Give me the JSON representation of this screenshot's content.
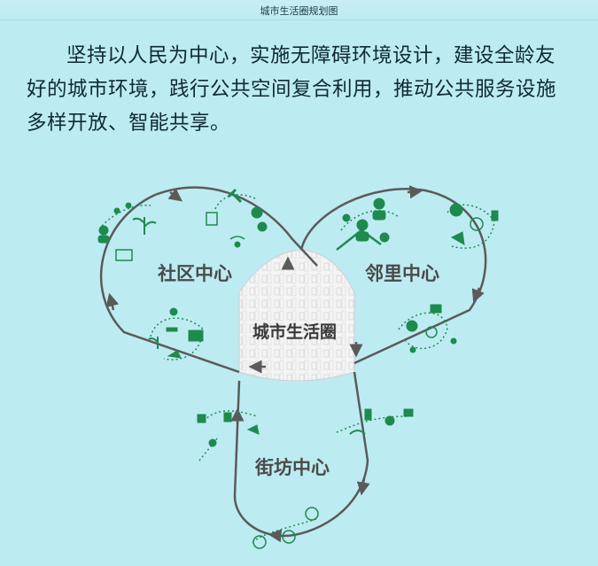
{
  "caption": "城市生活圈规划图",
  "paragraph": "坚持以人民为中心，实施无障碍环境设计，建设全龄友好的城市环境，践行公共空间复合利用，推动公共服务设施多样开放、智能共享。",
  "diagram": {
    "center": "城市生活圈",
    "lobes": [
      {
        "id": "community",
        "label": "社区中心"
      },
      {
        "id": "neighborhood",
        "label": "邻里中心"
      },
      {
        "id": "street",
        "label": "街坊中心"
      }
    ]
  },
  "colors": {
    "background": "#bdebf2",
    "icon_green": "#1e8a4e",
    "path_gray": "#5a5a5a",
    "label_gray": "#4a4a4a"
  }
}
